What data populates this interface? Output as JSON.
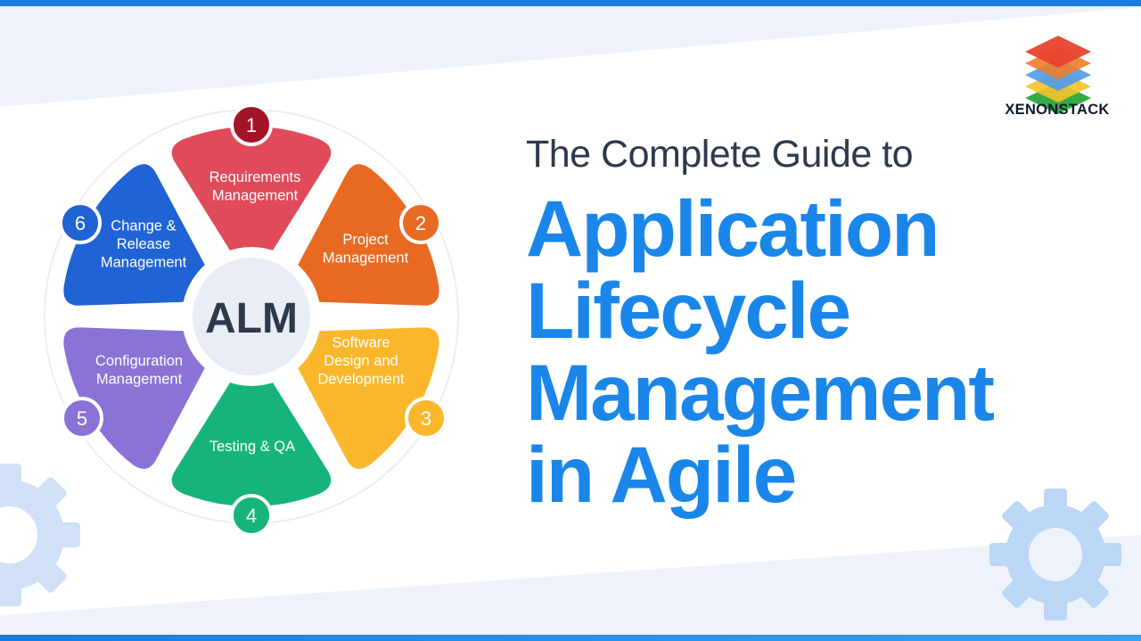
{
  "diagram": {
    "center_label": "ALM",
    "segments": [
      {
        "number": "1",
        "lines": [
          "Requirements",
          "Management"
        ],
        "color": "#e04a5a",
        "badge_color": "#a31428"
      },
      {
        "number": "2",
        "lines": [
          "Project",
          "Management"
        ],
        "color": "#e86a22",
        "badge_color": "#e86a22"
      },
      {
        "number": "3",
        "lines": [
          "Software",
          "Design and",
          "Development"
        ],
        "color": "#fbb72c",
        "badge_color": "#fbb72c"
      },
      {
        "number": "4",
        "lines": [
          "Testing & QA"
        ],
        "color": "#16b47a",
        "badge_color": "#16b47a"
      },
      {
        "number": "5",
        "lines": [
          "Configuration",
          "Management"
        ],
        "color": "#8a72d6",
        "badge_color": "#8a72d6"
      },
      {
        "number": "6",
        "lines": [
          "Change &",
          "Release",
          "Management"
        ],
        "color": "#1f63d4",
        "badge_color": "#1f63d4"
      }
    ]
  },
  "brand": {
    "name": "XENONSTACK"
  },
  "heading": {
    "subtitle": "The Complete Guide to",
    "title_lines": [
      "Application",
      "Lifecycle",
      "Management",
      "in Agile"
    ]
  },
  "colors": {
    "title_blue": "#1a86ea",
    "subtitle_dark": "#2d3a4d",
    "border_blue": "#1a7be0"
  }
}
